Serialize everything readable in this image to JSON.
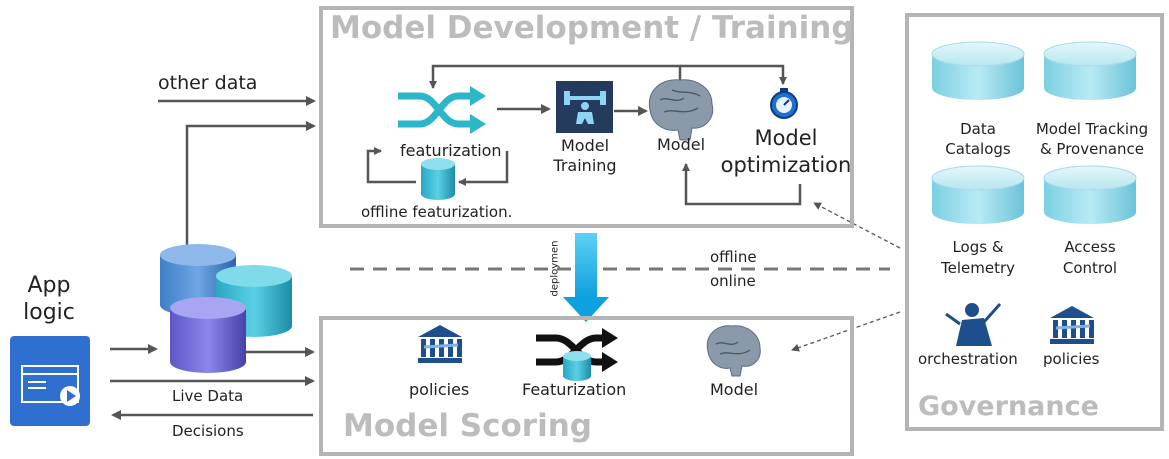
{
  "frames": {
    "training_title": "Model Development / Training",
    "scoring_title": "Model Scoring",
    "governance_title": "Governance"
  },
  "training": {
    "featurization": "featurization",
    "offline_featurization": "offline featurization.",
    "model_training": "Model\nTraining",
    "model": "Model",
    "model_optimization": "Model\noptimization"
  },
  "scoring": {
    "policies": "policies",
    "featurization": "Featurization",
    "model": "Model"
  },
  "governance": {
    "data_catalogs": "Data\nCatalogs",
    "model_tracking": "Model Tracking\n& Provenance",
    "logs_telemetry": "Logs &\nTelemetry",
    "access_control": "Access\nControl",
    "orchestration": "orchestration",
    "policies": "policies"
  },
  "left": {
    "other_data": "other data",
    "app_logic": "App\nlogic",
    "live_data": "Live Data",
    "decisions": "Decisions"
  },
  "middle": {
    "deployment": "deploymen",
    "offline": "offline",
    "online": "online"
  },
  "icons": {
    "shuffle": "shuffle-icon",
    "brain": "brain-icon",
    "stopwatch": "stopwatch-icon",
    "weightlifter": "weightlifter-icon",
    "database": "database-icon",
    "bank": "bank-icon",
    "conductor": "conductor-icon",
    "app_window": "app-window-icon"
  },
  "colors": {
    "frame": "#b4b4b4",
    "frame_title": "#bcbcbc",
    "teal": "#2bb6c9",
    "deploy_arrow": "#17a8e3",
    "dark_blue": "#1f4e8c",
    "app_blue": "#2f6fd0"
  }
}
